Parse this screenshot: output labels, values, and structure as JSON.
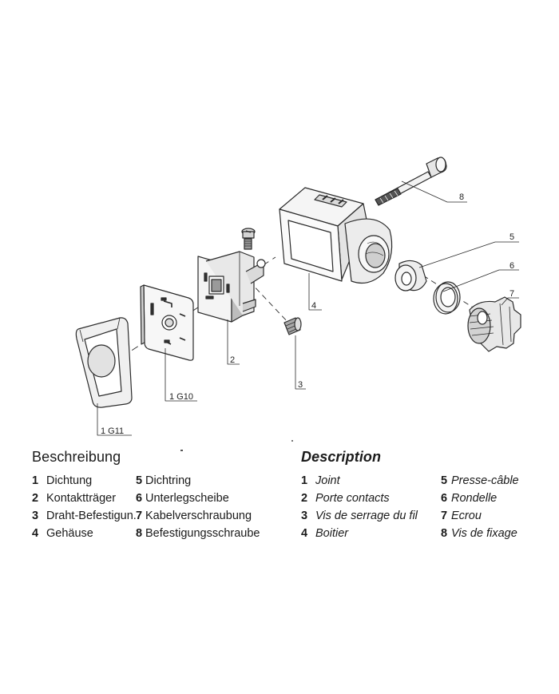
{
  "callouts": {
    "part_1g11": "1 G11",
    "part_1g10": "1 G10",
    "part_2": "2",
    "part_3": "3",
    "part_4": "4",
    "part_5": "5",
    "part_6": "6",
    "part_7": "7",
    "part_8": "8"
  },
  "legend_de": {
    "title": "Beschreibung",
    "col1": [
      {
        "num": "1",
        "text": "Dichtung"
      },
      {
        "num": "2",
        "text": "Kontaktträger"
      },
      {
        "num": "3",
        "text": "Draht-Befestigun."
      },
      {
        "num": "4",
        "text": "Gehäuse"
      }
    ],
    "col2": [
      {
        "num": "5",
        "text": "Dichtring"
      },
      {
        "num": "6",
        "text": "Unterlegscheibe"
      },
      {
        "num": "7",
        "text": "Kabelverschraubung"
      },
      {
        "num": "8",
        "text": "Befestigungsschraube"
      }
    ]
  },
  "legend_fr": {
    "title": "Description",
    "col1": [
      {
        "num": "1",
        "text": "Joint"
      },
      {
        "num": "2",
        "text": "Porte contacts"
      },
      {
        "num": "3",
        "text": "Vis de serrage du fil"
      },
      {
        "num": "4",
        "text": "Boitier"
      }
    ],
    "col2": [
      {
        "num": "5",
        "text": "Presse-câble"
      },
      {
        "num": "6",
        "text": "Rondelle"
      },
      {
        "num": "7",
        "text": "Ecrou"
      },
      {
        "num": "8",
        "text": "Vis de fixage"
      }
    ]
  }
}
